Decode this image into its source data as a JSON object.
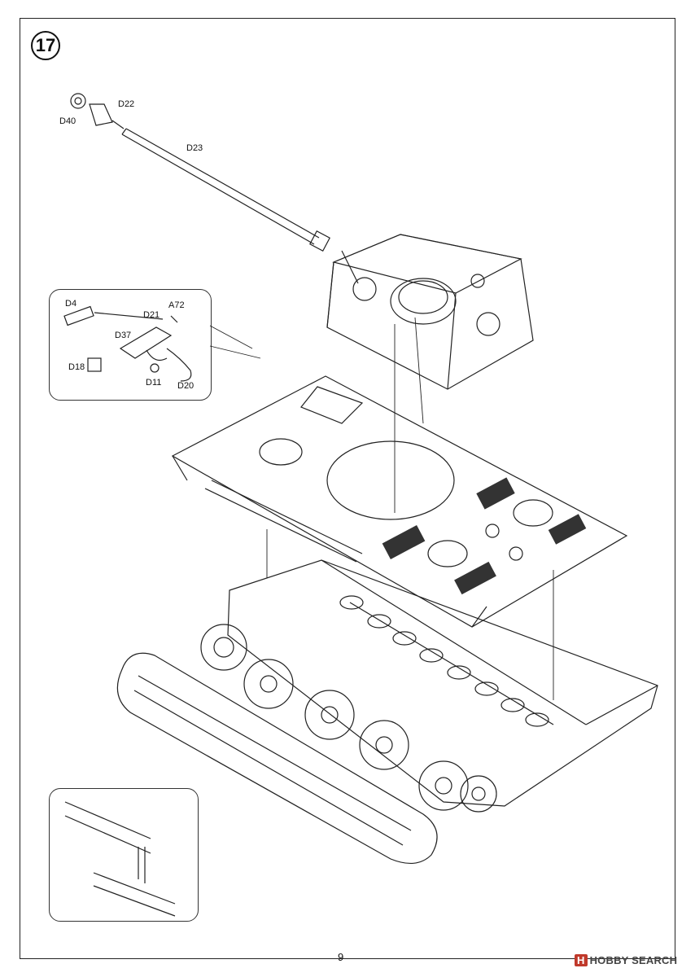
{
  "step": {
    "number": "17"
  },
  "part_labels": {
    "barrel": [
      "D22",
      "D40",
      "D23"
    ],
    "callout_top": [
      "D4",
      "D21",
      "A72",
      "D37",
      "D18",
      "D11",
      "D20"
    ]
  },
  "footer": {
    "page_number": "9",
    "watermark_badge": "H",
    "watermark_text": "HOBBY SEARCH"
  }
}
